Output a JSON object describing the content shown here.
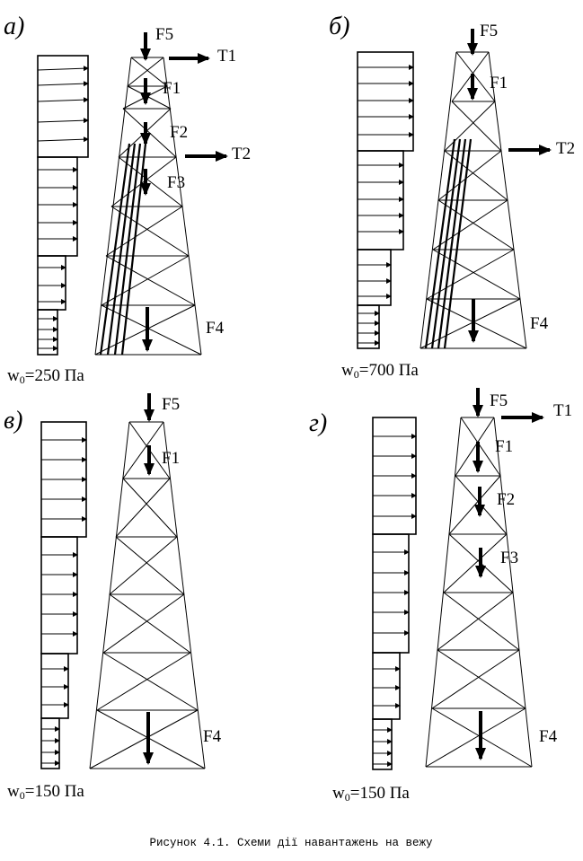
{
  "panels": [
    {
      "id": "a",
      "letter": "а)",
      "w0": "250",
      "unit": "Па",
      "loads": {
        "F1": "F1",
        "F2": "F2",
        "F3": "F3",
        "F4": "F4",
        "F5": "F5",
        "T1": "T1",
        "T2": "T2"
      }
    },
    {
      "id": "b",
      "letter": "б)",
      "w0": "700",
      "unit": "Па",
      "loads": {
        "F1": "F1",
        "F4": "F4",
        "F5": "F5",
        "T2": "T2"
      }
    },
    {
      "id": "v",
      "letter": "в)",
      "w0": "150",
      "unit": "Па",
      "loads": {
        "F1": "F1",
        "F4": "F4",
        "F5": "F5"
      }
    },
    {
      "id": "g",
      "letter": "г)",
      "w0": "150",
      "unit": "Па",
      "loads": {
        "F1": "F1",
        "F2": "F2",
        "F3": "F3",
        "F4": "F4",
        "F5": "F5",
        "T1": "T1"
      }
    }
  ],
  "w0_symbol": "w",
  "w0_subscript": "0",
  "w0_equals": "=",
  "caption": "Рисунок 4.1. Схеми дії навантажень на вежу"
}
